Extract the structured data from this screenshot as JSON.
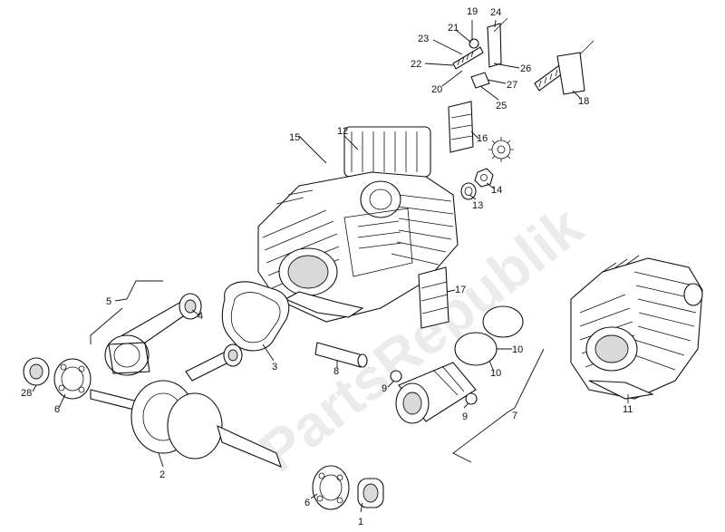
{
  "diagram": {
    "watermark": "PartsRepublik",
    "callouts": [
      {
        "id": "c1",
        "text": "1"
      },
      {
        "id": "c2",
        "text": "2"
      },
      {
        "id": "c3",
        "text": "3"
      },
      {
        "id": "c4",
        "text": "4"
      },
      {
        "id": "c5",
        "text": "5"
      },
      {
        "id": "c6a",
        "text": "6"
      },
      {
        "id": "c6b",
        "text": "6"
      },
      {
        "id": "c7",
        "text": "7"
      },
      {
        "id": "c8",
        "text": "8"
      },
      {
        "id": "c9a",
        "text": "9"
      },
      {
        "id": "c9b",
        "text": "9"
      },
      {
        "id": "c10a",
        "text": "10"
      },
      {
        "id": "c10b",
        "text": "10"
      },
      {
        "id": "c11",
        "text": "11"
      },
      {
        "id": "c12",
        "text": "12"
      },
      {
        "id": "c13",
        "text": "13"
      },
      {
        "id": "c14",
        "text": "14"
      },
      {
        "id": "c15",
        "text": "15"
      },
      {
        "id": "c16",
        "text": "16"
      },
      {
        "id": "c17",
        "text": "17"
      },
      {
        "id": "c18",
        "text": "18"
      },
      {
        "id": "c19",
        "text": "19"
      },
      {
        "id": "c20",
        "text": "20"
      },
      {
        "id": "c21",
        "text": "21"
      },
      {
        "id": "c22",
        "text": "22"
      },
      {
        "id": "c23",
        "text": "23"
      },
      {
        "id": "c24",
        "text": "24"
      },
      {
        "id": "c25",
        "text": "25"
      },
      {
        "id": "c26",
        "text": "26"
      },
      {
        "id": "c27",
        "text": "27"
      },
      {
        "id": "c28",
        "text": "28"
      }
    ]
  }
}
